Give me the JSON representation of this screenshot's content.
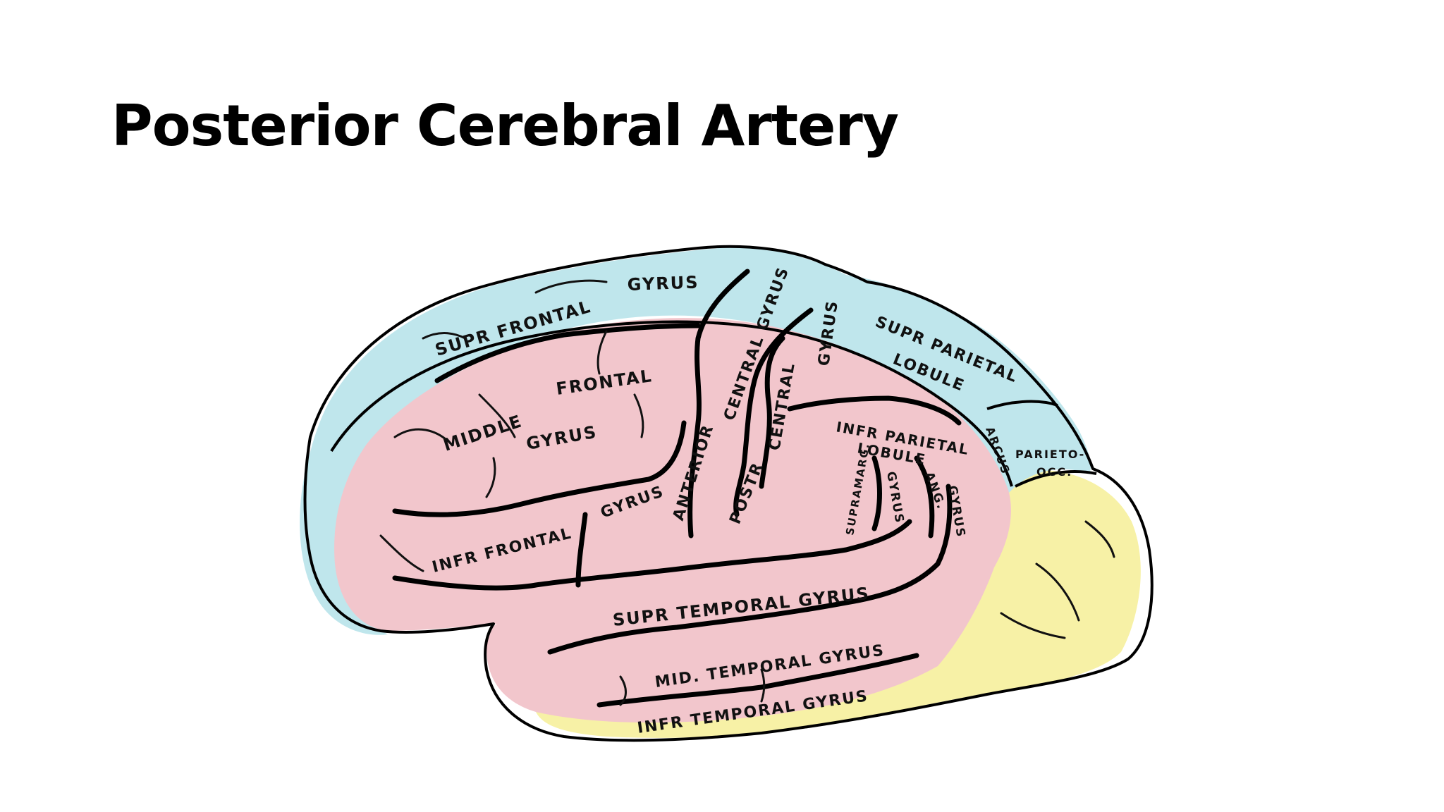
{
  "slide": {
    "title": "Posterior Cerebral Artery"
  },
  "colors": {
    "background": "#ffffff",
    "blue_territory": "#bfe6ec",
    "pink_territory": "#f2c6cc",
    "yellow_territory": "#f7f1a6",
    "outline": "#000000"
  },
  "labels": {
    "sup_frontal": "SUPR FRONTAL",
    "gyrus_top": "GYRUS",
    "middle": "MIDDLE",
    "frontal": "FRONTAL",
    "gyrus_mid": "GYRUS",
    "inf_frontal": "INFR FRONTAL",
    "gyrus_inf": "GYRUS",
    "anterior": "ANTERIOR",
    "central_gyrus": "CENTRAL GYRUS",
    "post": "POSTR",
    "central": "CENTRAL",
    "gyrus_post": "GYRUS",
    "sup_parietal": "SUPR PARIETAL",
    "lobule_sup": "LOBULE",
    "inf_parietal": "INFR PARIETAL",
    "lobule_inf": "LOBULE",
    "supramarg": "SUPRAMARG.",
    "gyrus_supramarg": "GYRUS",
    "ang": "ANG.",
    "gyrus_ang": "GYRUS",
    "arcus": "ARCUS",
    "parieto": "PARIETO-",
    "occ": "OCC.",
    "sup_temporal": "SUPR TEMPORAL GYRUS",
    "mid_temporal": "MID. TEMPORAL GYRUS",
    "inf_temporal": "INFR TEMPORAL GYRUS"
  }
}
